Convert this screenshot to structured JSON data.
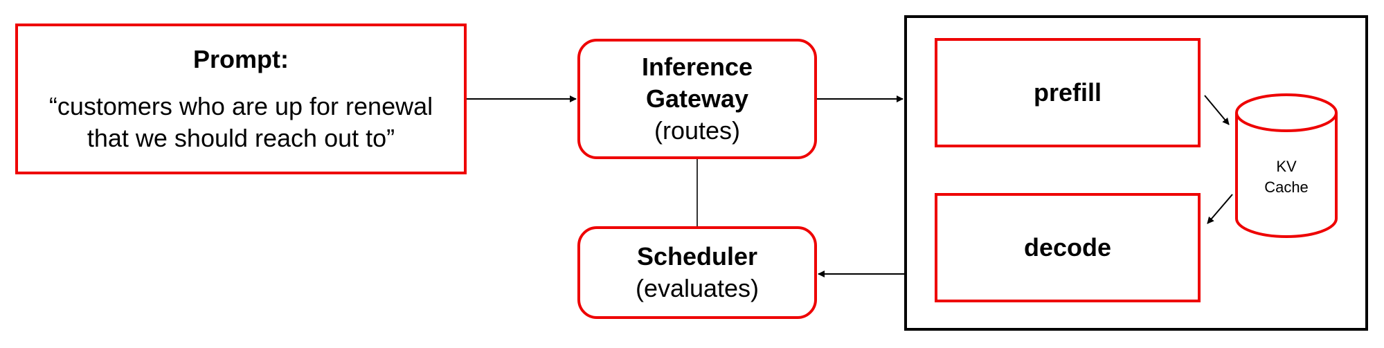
{
  "prompt": {
    "heading": "Prompt:",
    "line1": "“customers who are up for renewal",
    "line2": "that we should reach out to”"
  },
  "gateway": {
    "line1": "Inference",
    "line2": "Gateway",
    "line3": "(routes)"
  },
  "scheduler": {
    "line1": "Scheduler",
    "line2": "(evaluates)"
  },
  "server": {
    "prefill": "prefill",
    "decode": "decode",
    "cache_line1": "KV",
    "cache_line2": "Cache"
  },
  "colors": {
    "accent": "#ee0000",
    "border": "#000000"
  }
}
